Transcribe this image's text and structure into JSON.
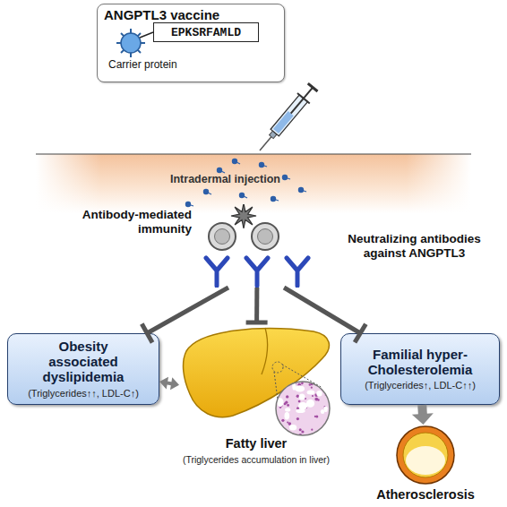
{
  "diagram": {
    "nodes": [
      {
        "text": [
          "ANGPTL3 vaccine"
        ]
      },
      {
        "text": [
          "EPKSRFAMLD"
        ],
        "in": 0
      },
      {
        "text": [
          "Antibody-mediated immunity"
        ]
      },
      {
        "text": [
          "Neutralizing antibodies against ANGPTL3"
        ]
      },
      {
        "text": [
          "Obesity associated dyslipidemia",
          "(Triglycerides↑↑, LDL-C↑)"
        ]
      },
      {
        "text": [
          "Fatty liver",
          "(Triglycerides accumulation in liver)"
        ]
      },
      {
        "text": [
          "Familial hyper-Cholesterolemia",
          "(Triglycerides↑, LDL-C↑↑)"
        ]
      },
      {
        "text": [
          "Atherosclerosis"
        ]
      }
    ],
    "edges": [
      {
        "from": 3,
        "to": 4,
        "arrow": "to"
      },
      {
        "from": 3,
        "to": 5,
        "arrow": "to"
      },
      {
        "from": 3,
        "to": 6,
        "arrow": "to"
      },
      {
        "from": 4,
        "to": 5,
        "arrow": "both"
      },
      {
        "from": 6,
        "to": 7,
        "arrow": "to"
      }
    ],
    "labels": [
      "Carrier protein",
      "Intradermal injection"
    ]
  }
}
